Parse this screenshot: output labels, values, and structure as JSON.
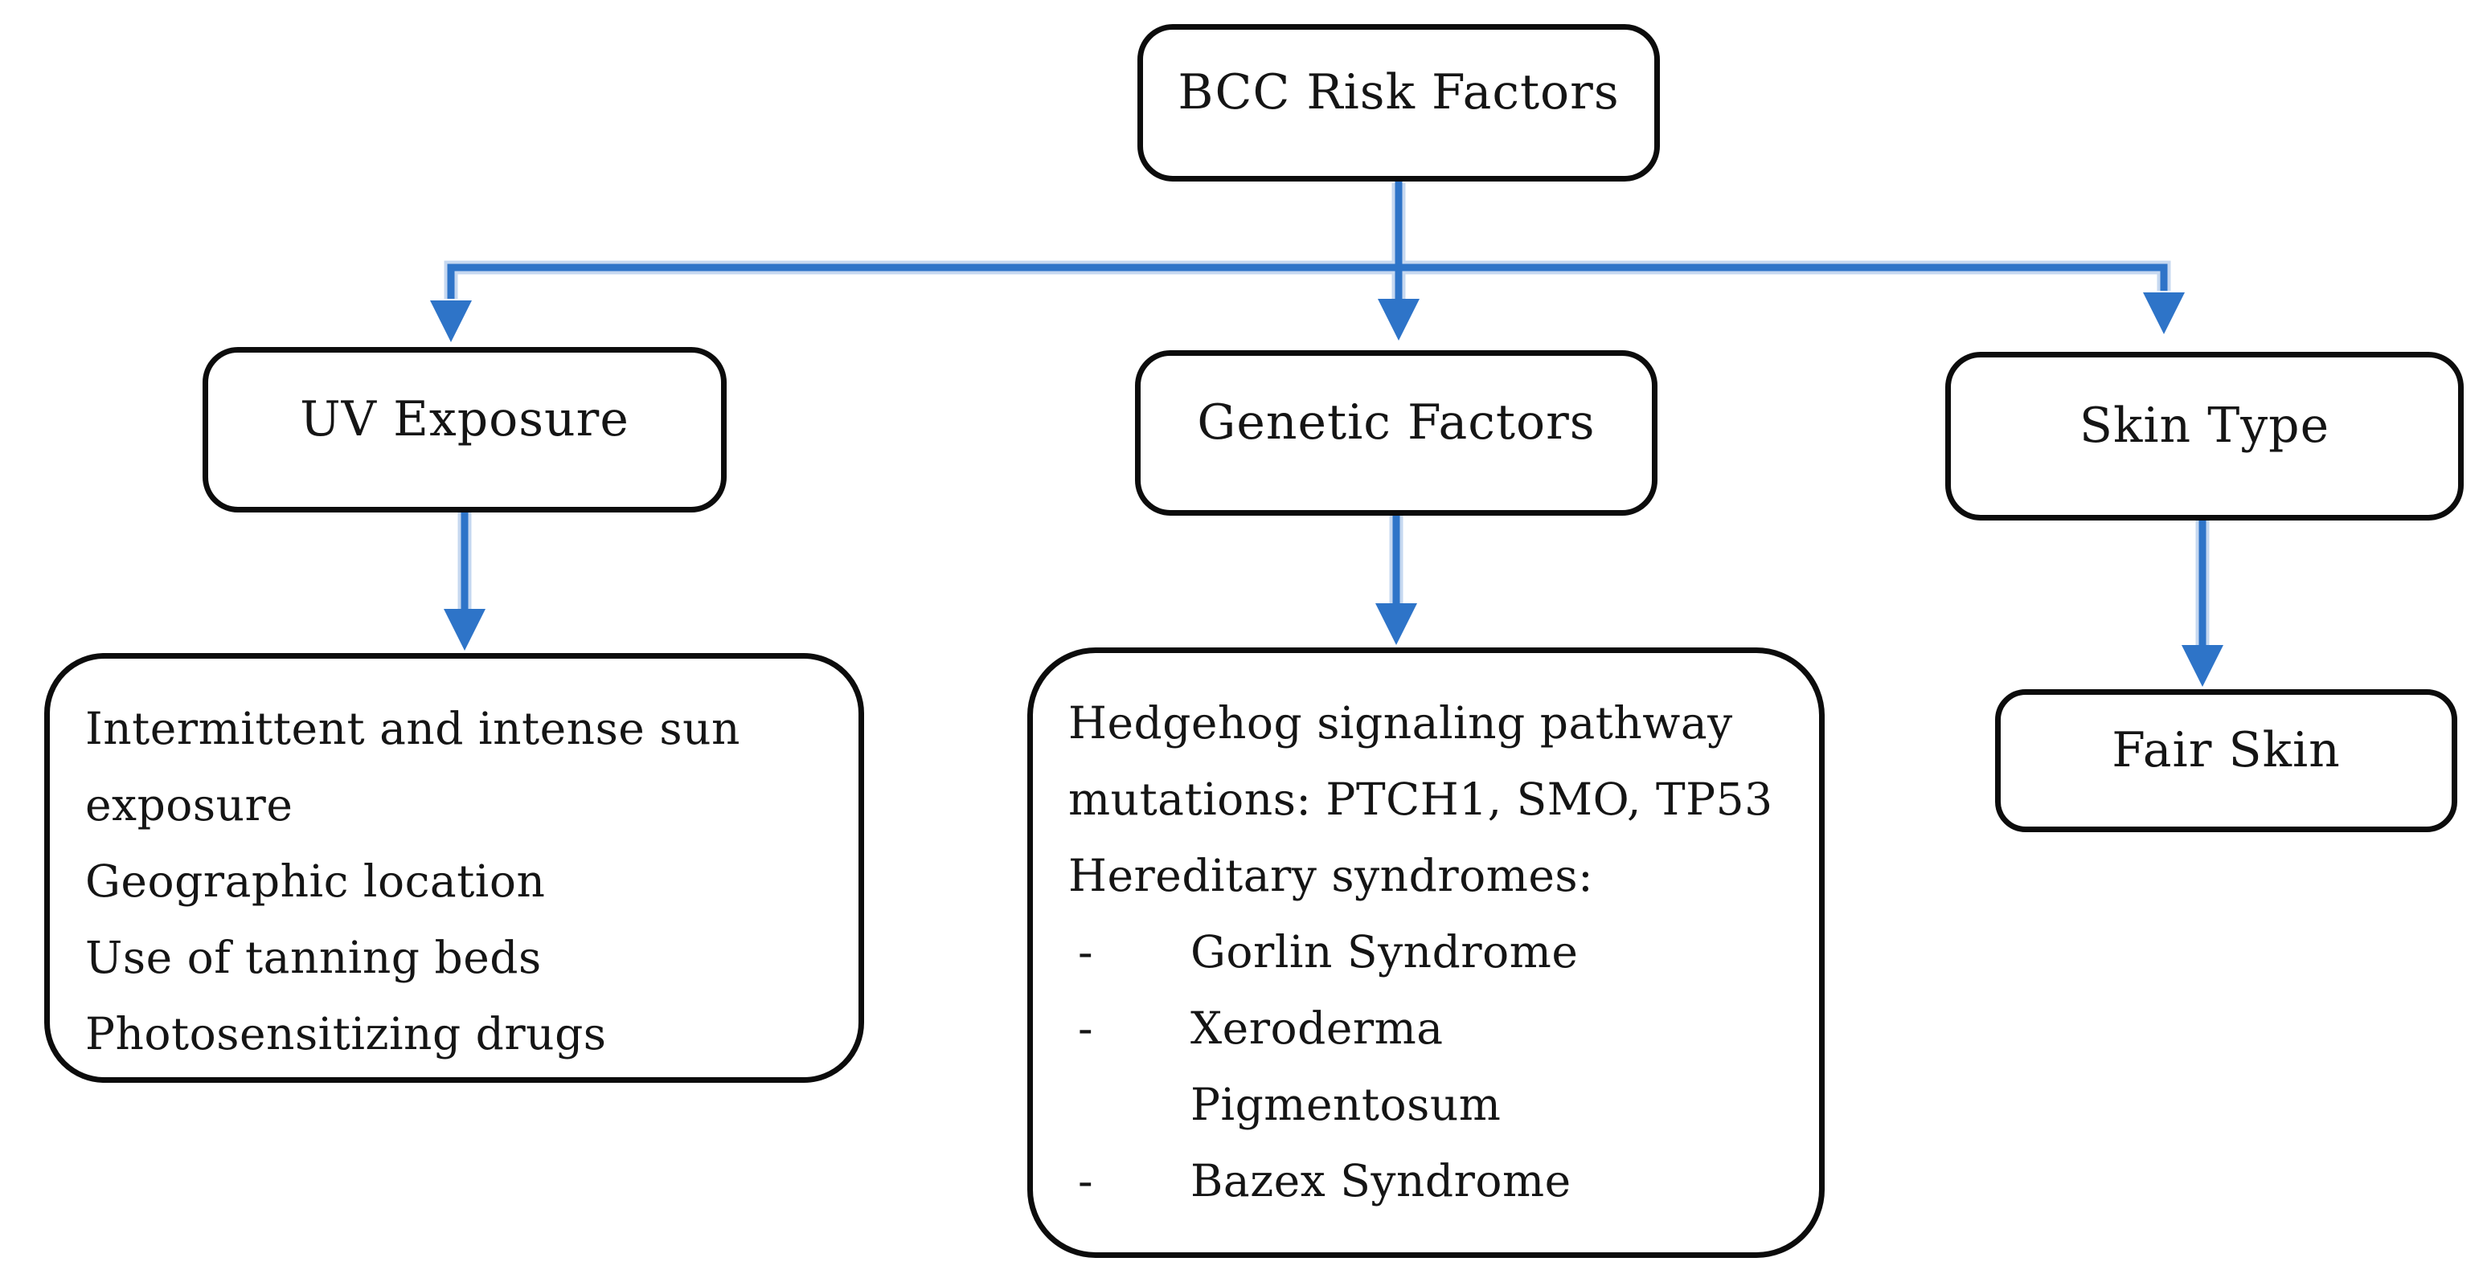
{
  "figure_title": "BCC Risk Factors flowchart",
  "colors": {
    "arrow": "#2e74c8",
    "arrow_halo": "#c6d8f0",
    "border": "#0c0c0c",
    "text": "#151515",
    "background": "#ffffff"
  },
  "nodes": {
    "root": {
      "label": "BCC Risk Factors"
    },
    "uv": {
      "label": "UV Exposure"
    },
    "genetic": {
      "label": "Genetic Factors"
    },
    "skin": {
      "label": "Skin Type"
    },
    "uv_details": {
      "items": [
        "Intermittent and intense sun exposure",
        "Geographic location",
        "Use of tanning beds",
        "Photosensitizing drugs"
      ]
    },
    "genetic_details": {
      "intro": [
        "Hedgehog signaling pathway mutations: PTCH1, SMO, TP53",
        "Hereditary syndromes:"
      ],
      "bullet_marker": "-",
      "bullets": [
        "Gorlin Syndrome",
        "Xeroderma Pigmentosum",
        "Bazex Syndrome"
      ]
    },
    "fair_skin": {
      "label": "Fair Skin"
    }
  }
}
